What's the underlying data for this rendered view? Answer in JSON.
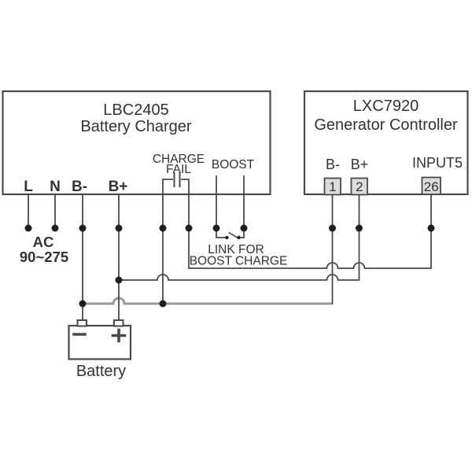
{
  "charger": {
    "model": "LBC2405",
    "name": "Battery Charger",
    "terminal_l": "L",
    "terminal_n": "N",
    "terminal_bminus": "B-",
    "terminal_bplus": "B+",
    "charge_fail_line1": "CHARGE",
    "charge_fail_line2": "FAIL",
    "boost_label": "BOOST"
  },
  "controller": {
    "model": "LXC7920",
    "name": "Generator Controller",
    "terminal_bminus": "B-",
    "terminal_bplus": "B+",
    "terminal_input": "INPUT5",
    "pin_bminus": "1",
    "pin_bplus": "2",
    "pin_input": "26"
  },
  "labels": {
    "ac_line1": "AC",
    "ac_line2": "90~275",
    "link_line1": "LINK FOR",
    "link_line2": "BOOST CHARGE",
    "battery": "Battery"
  },
  "colors": {
    "wire": "#4a4a4a",
    "gray_bus": "#9a9a9a",
    "dot": "#1f1f1f",
    "pin_fill": "#dcdcdc",
    "text": "#333333"
  }
}
